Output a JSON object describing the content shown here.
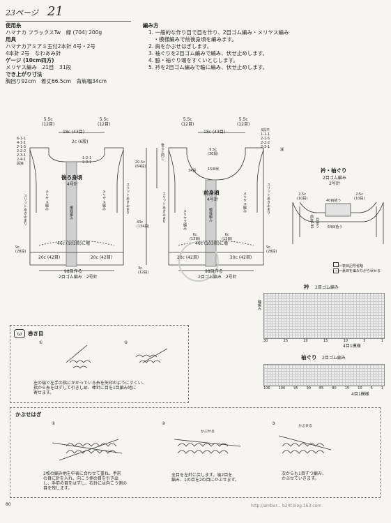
{
  "header": {
    "page_label": "23ページ",
    "pattern_no": "21"
  },
  "materials": {
    "yarn_heading": "使用糸",
    "yarn_line": "ハマナカ フラックスTw　緑 (704) 200g",
    "tools_heading": "用具",
    "tools_line1": "ハマナカアミアミ玉付2本針 4号・2号",
    "tools_line2": "4本針 2号　なわあみ針",
    "gauge_heading": "ゲージ (10cm四方)",
    "gauge_line": "メリヤス編み　21目　31段",
    "size_heading": "でき上がり寸法",
    "size_line": "胸回り92cm　着丈66.5cm　背肩幅34cm"
  },
  "method": {
    "heading": "編み方",
    "steps": [
      "1. 一般的な作り目で目を作り、2目ゴム編み・メリヤス編み",
      "　・模様編みで前後身頃を編みます。",
      "2. 肩をかぶせはぎします。",
      "3. 袖ぐりを2目ゴム編みで編み、伏せ止めします。",
      "4. 脇・袖ぐり端をすくいとじします。",
      "5. 衿を2目ゴム編みで輪に編み、伏せ止めします。"
    ]
  },
  "back_panel": {
    "title": "後ろ身頃",
    "needle": "4号針",
    "shoulder_l": "5.5c",
    "shoulder_l_rows": "(12目)",
    "shoulder_r": "5.5c",
    "shoulder_r_rows": "(12目)",
    "neck_width": "18c (43目)",
    "neck_inner": "2c (6段)",
    "decrease_lines": [
      "6-1-1",
      "4-1-1",
      "2-1-5",
      "2-2-2",
      "2-3-1",
      "2-4-1",
      "段目"
    ],
    "decrease_right": [
      "1-2-1",
      "2-3-1"
    ],
    "pattern": "模様編み",
    "knit_left": "メリヤス編み",
    "knit_right": "メリヤス編み",
    "slit_left": "スリットあき止まり",
    "slit_right": "スリットあき止まり",
    "mid_width": "46c (103目)に増",
    "bottom_l": "20c (42目)",
    "bottom_r": "20c (42目)",
    "rib_rows": "9c",
    "rib_rows_sub": "(28段)",
    "cast_on": "98目作る",
    "rib_label": "2目ゴム編み　2号針"
  },
  "measurements": {
    "height1": "20.5c",
    "height1_rows": "(64段)",
    "height_total": "43c",
    "height_total_rows": "(134段)",
    "rib": "3c",
    "rib_rows": "(12段)"
  },
  "front_panel": {
    "title": "前身頃",
    "needle": "4号針",
    "shoulder_l": "5.5c",
    "shoulder_l_rows": "(12目)",
    "shoulder_r": "5.5c",
    "shoulder_r_rows": "(12目)",
    "neck_width": "18c (43目)",
    "neck_depth": "9.5c",
    "neck_depth_rows": "(30段)",
    "neck_sts": "15目伏",
    "side_note": "後ろと同じ",
    "rows_34": "34段",
    "decrease_lines": [
      "4段平",
      "1-1-1",
      "2-1-5",
      "2-2-2",
      "2-3-1"
    ],
    "decrease_label": "減",
    "pattern": "模様編み",
    "knit_left": "メリヤス編み",
    "knit_right": "メリヤス編み",
    "slit_left": "スリットあき止まり",
    "slit_right": "スリットあき止まり",
    "mid_width": "46c (103目)に増",
    "center_l": "6c",
    "center_l_rows": "(13目)",
    "center_r": "6c",
    "center_r_rows": "(13目)",
    "bottom_l": "20c (42目)",
    "bottom_r": "20c (42目)",
    "rib_rows": "9c",
    "rib_rows_sub": "(28段)",
    "cast_on": "98目作る",
    "rib_label": "2目ゴム編み　2号針"
  },
  "collar_armhole": {
    "title": "衿・袖ぐり",
    "sub": "2目ゴム編み",
    "needle": "2号針",
    "left_w": "2.5c",
    "left_rows": "(10段)",
    "right_w": "2.5c",
    "right_rows": "(10段)",
    "top_sts": "40目拾う",
    "side_sts": "64目拾う",
    "front_sts": "前後106",
    "front_sts2": "目拾う"
  },
  "legend": {
    "blank": "＝表目記号省略",
    "dot": "＝裏目を編みながら伏せる"
  },
  "chart_collar": {
    "title": "衿",
    "sub": "2目ゴム編み",
    "side": "輪編み",
    "ticks": [
      "30",
      "25",
      "20",
      "15",
      "10",
      "5",
      "1"
    ],
    "repeat": "4目1模様"
  },
  "chart_armhole": {
    "title": "袖ぐり",
    "sub": "2目ゴム編み",
    "ticks": [
      "106",
      "100",
      "95",
      "90",
      "85",
      "80",
      "15",
      "10",
      "5",
      "1"
    ],
    "repeat": "4目1模様"
  },
  "section_maki": {
    "title": "巻き目",
    "step1": "①",
    "step2": "②",
    "text1": "左の端で左手の指にかかっている糸を矢印のようにすくい、",
    "text2": "指から糸をはずして引きしめ、棒針に目を1目編み地に",
    "text3": "寄せます。"
  },
  "section_kabuse": {
    "title": "かぶせはぎ",
    "step1": "①",
    "step2": "②",
    "step3": "③",
    "label2": "かぶせる",
    "label3": "かぶせる",
    "text1": [
      "2枚の編み地を中表に合わせて重ね、手前",
      "の目に針を入れ、向こう側の目を引き出",
      "し、手前の目をはずし、右針には向こう側の",
      "目を残します。"
    ],
    "text2": [
      "全目を左針に戻します。端2目を",
      "編み、1の目を2の目にかぶせます。"
    ],
    "text3": [
      "次からも1目ずつ編み、",
      "かぶせていきます。"
    ]
  },
  "footer": {
    "page_num": "80",
    "watermark": "http://amber... b24f.blog.163.com"
  }
}
